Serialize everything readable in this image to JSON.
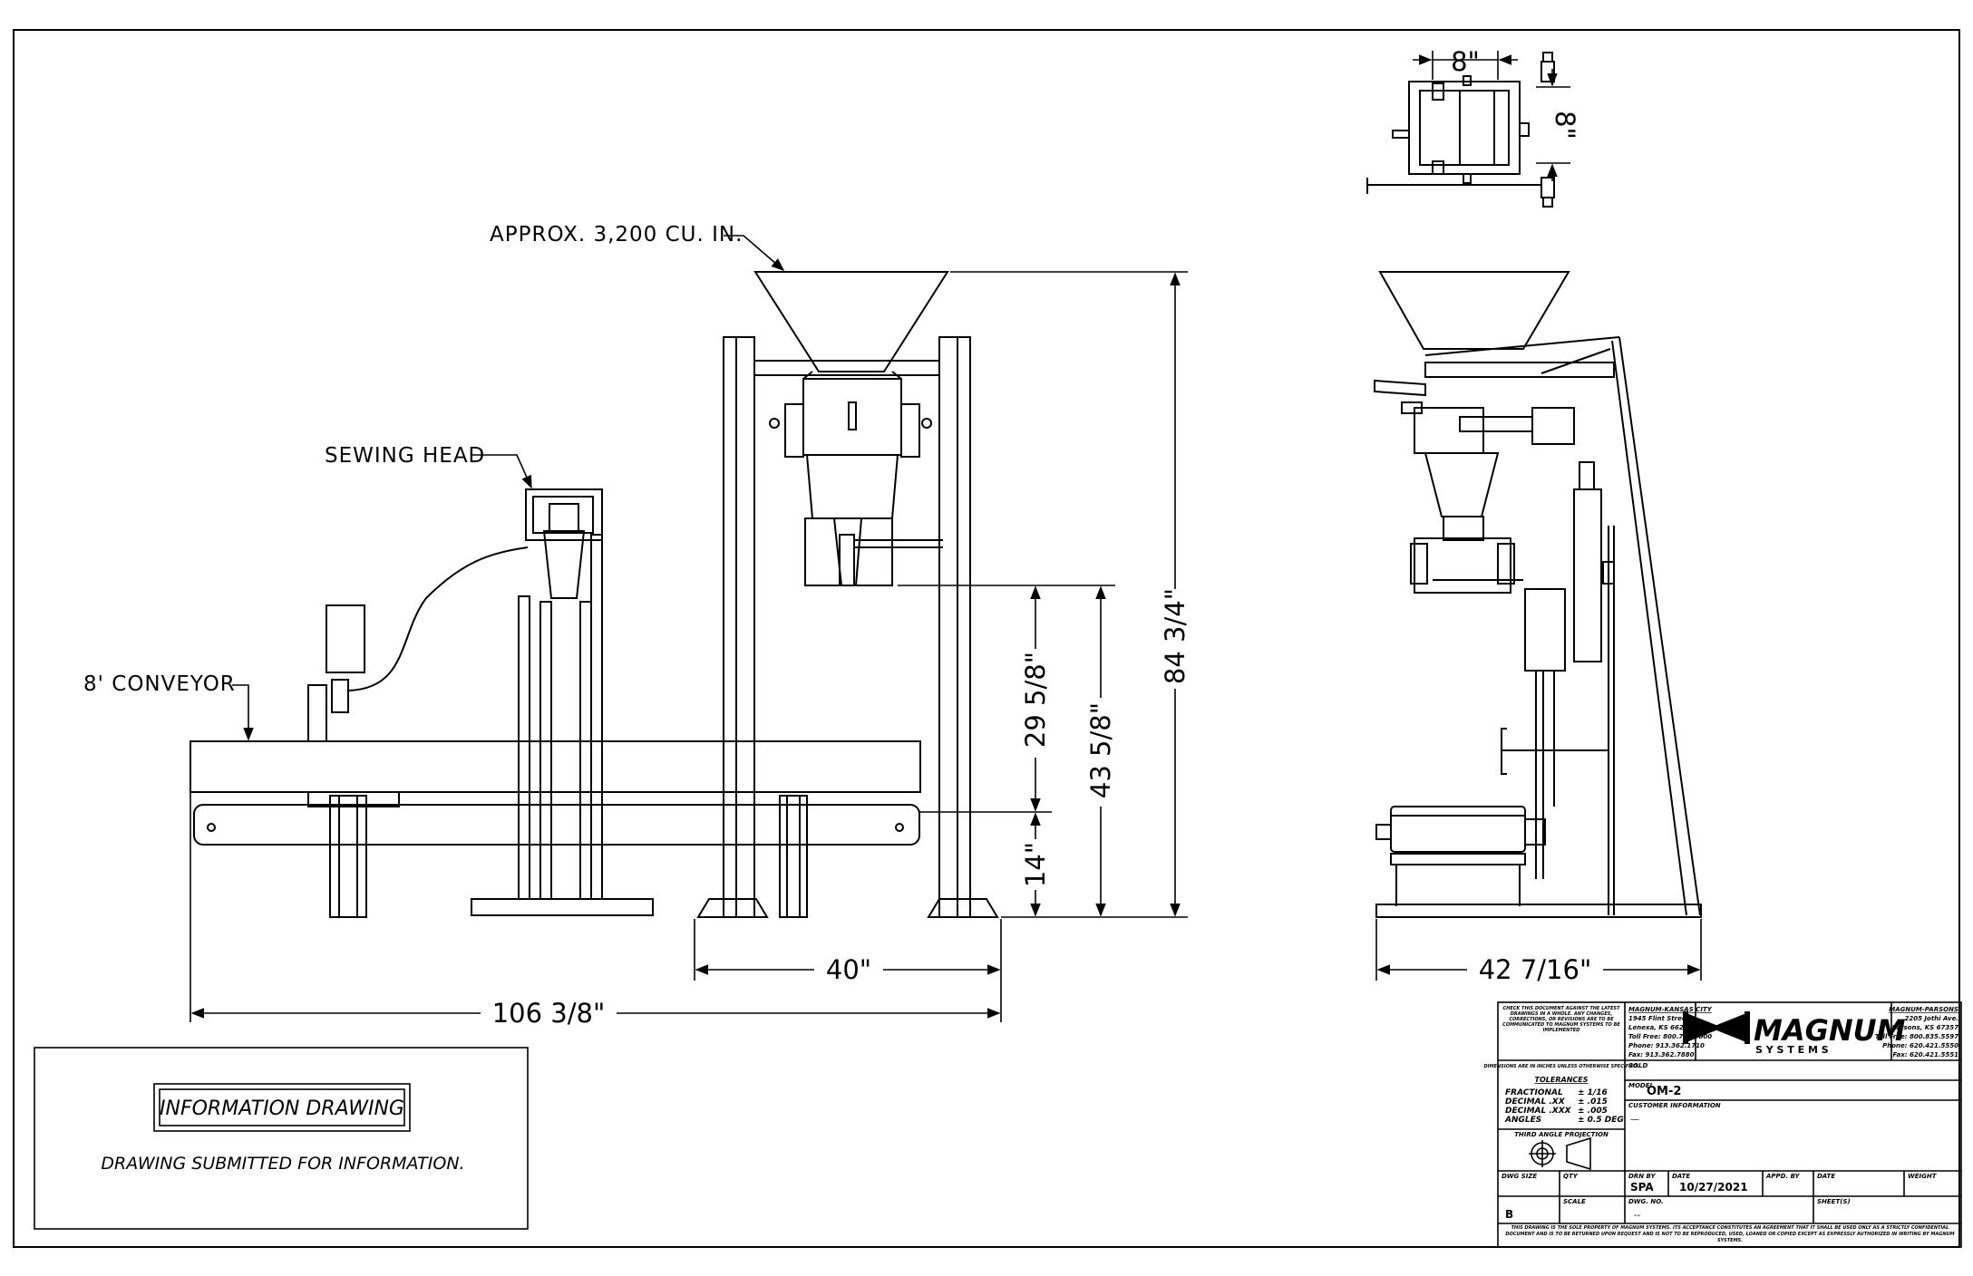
{
  "labels": {
    "hopper": "APPROX. 3,200 CU. IN.",
    "sewing_head": "SEWING HEAD",
    "conveyor": "8' CONVEYOR"
  },
  "dimensions": {
    "overall_length": "106 3/8\"",
    "frame_width": "40\"",
    "side_width": "42 7/16\"",
    "height_total": "84 3/4\"",
    "height_spout": "43 5/8\"",
    "height_bag": "29 5/8\"",
    "conveyor_height": "14\"",
    "top_width": "8\"",
    "top_depth": "8\""
  },
  "info_box": {
    "title": "INFORMATION DRAWING",
    "note": "DRAWING SUBMITTED FOR INFORMATION."
  },
  "title_block": {
    "disclaimer": "CHECK THIS DOCUMENT AGAINST THE LATEST DRAWINGS IN A WHOLE. ANY CHANGES, CORRECTIONS, OR REVISIONS ARE TO BE COMMUNICATED TO MAGNUM SYSTEMS TO BE IMPLEMENTED",
    "office_left": {
      "name": "MAGNUM-KANSAS CITY",
      "address": "1945 Flint Street",
      "city": "Lenexa, KS 66214",
      "tollfree": "Toll Free: 800.748.7000",
      "phone": "Phone: 913.362.1710",
      "fax": "Fax: 913.362.7880"
    },
    "office_right": {
      "name": "MAGNUM-PARSONS",
      "address": "2205 Jothi Ave.",
      "city": "Parsons, KS 67357",
      "tollfree": "Toll Free: 800.835.5597",
      "phone": "Phone: 620.421.5550",
      "fax": "Fax: 620.421.5551"
    },
    "logo_main": "MAGNUM",
    "logo_sub": "S Y S T E M S",
    "sold_label": "SOLD",
    "model_label": "MODEL",
    "model": "OM-2",
    "customer_info_label": "CUSTOMER INFORMATION",
    "customer_info": "—",
    "dims_note": "DIMENSIONS ARE IN INCHES UNLESS OTHERWISE SPECIFIED.",
    "tolerances_label": "TOLERANCES",
    "tolerances": [
      {
        "name": "FRACTIONAL",
        "value": "± 1/16"
      },
      {
        "name": "DECIMAL .XX",
        "value": "± .015"
      },
      {
        "name": "DECIMAL .XXX",
        "value": "± .005"
      },
      {
        "name": "ANGLES",
        "value": "± 0.5 DEG"
      }
    ],
    "projection": "THIRD ANGLE PROJECTION",
    "drawn_by_label": "DRN BY",
    "drawn_by": "SPA",
    "date_label": "DATE",
    "date": "10/27/2021",
    "appd_label": "APPD. BY",
    "date2_label": "DATE",
    "weight_label": "WEIGHT",
    "size_label": "DWG SIZE",
    "size": "B",
    "qty_label": "QTY",
    "scale_label": "SCALE",
    "dwg_no_label": "DWG. NO.",
    "dwg_no": "--",
    "sheet_label": "SHEET(S)",
    "footer": "THIS DRAWING IS THE SOLE PROPERTY OF MAGNUM SYSTEMS. ITS ACCEPTANCE CONSTITUTES AN AGREEMENT THAT IT SHALL BE USED ONLY AS A STRICTLY CONFIDENTIAL DOCUMENT AND IS TO BE RETURNED UPON REQUEST AND IS NOT TO BE REPRODUCED, USED, LOANED OR COPIED EXCEPT AS EXPRESSLY AUTHORIZED IN WRITING BY MAGNUM SYSTEMS."
  }
}
